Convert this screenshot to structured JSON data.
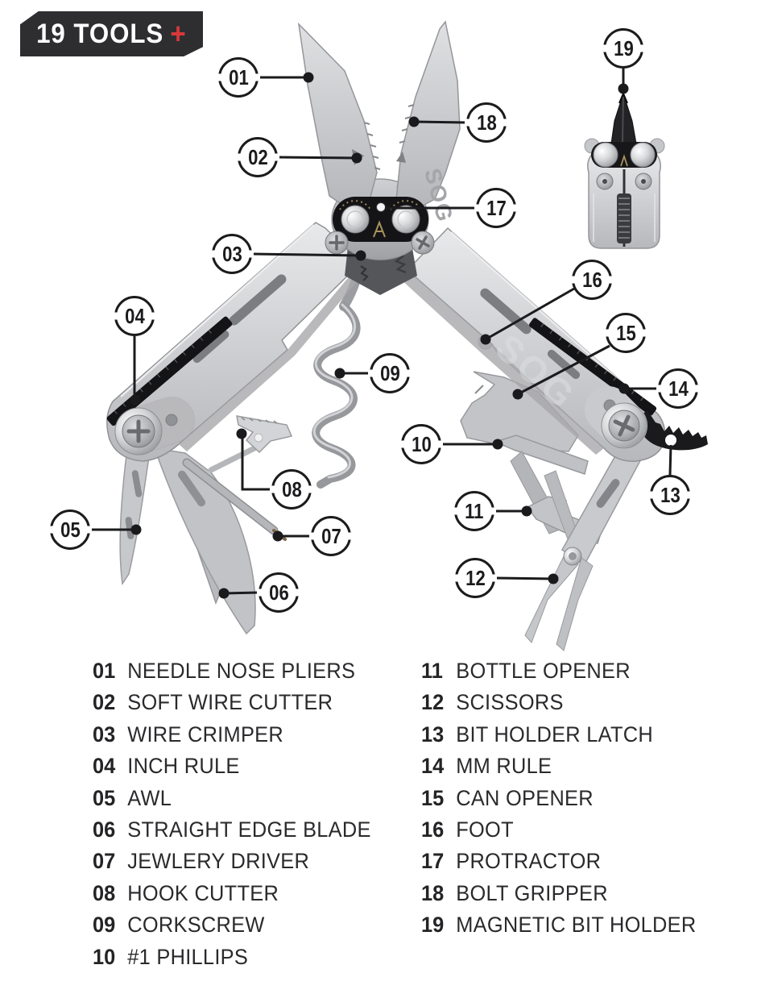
{
  "badge": {
    "title": "19 TOOLS",
    "plus": "+"
  },
  "brand": {
    "logo": "SOG"
  },
  "callouts": [
    "01",
    "02",
    "03",
    "04",
    "05",
    "06",
    "07",
    "08",
    "09",
    "10",
    "11",
    "12",
    "13",
    "14",
    "15",
    "16",
    "17",
    "18",
    "19"
  ],
  "legend": {
    "left": [
      {
        "num": "01",
        "name": "NEEDLE NOSE PLIERS"
      },
      {
        "num": "02",
        "name": "SOFT WIRE CUTTER"
      },
      {
        "num": "03",
        "name": "WIRE CRIMPER"
      },
      {
        "num": "04",
        "name": "INCH RULE"
      },
      {
        "num": "05",
        "name": "AWL"
      },
      {
        "num": "06",
        "name": "STRAIGHT EDGE BLADE"
      },
      {
        "num": "07",
        "name": "JEWLERY DRIVER"
      },
      {
        "num": "08",
        "name": "HOOK CUTTER"
      },
      {
        "num": "09",
        "name": "CORKSCREW"
      },
      {
        "num": "10",
        "name": "#1 PHILLIPS"
      }
    ],
    "right": [
      {
        "num": "11",
        "name": "BOTTLE OPENER"
      },
      {
        "num": "12",
        "name": "SCISSORS"
      },
      {
        "num": "13",
        "name": "BIT HOLDER LATCH"
      },
      {
        "num": "14",
        "name": "MM RULE"
      },
      {
        "num": "15",
        "name": "CAN OPENER"
      },
      {
        "num": "16",
        "name": "FOOT"
      },
      {
        "num": "17",
        "name": "PROTRACTOR"
      },
      {
        "num": "18",
        "name": "BOLT GRIPPER"
      },
      {
        "num": "19",
        "name": "MAGNETIC BIT HOLDER"
      }
    ]
  },
  "colors": {
    "accent": "#d9383a",
    "ink": "#1b1b1d",
    "steel": "#c4c5c8",
    "black_parts": "#141416"
  }
}
